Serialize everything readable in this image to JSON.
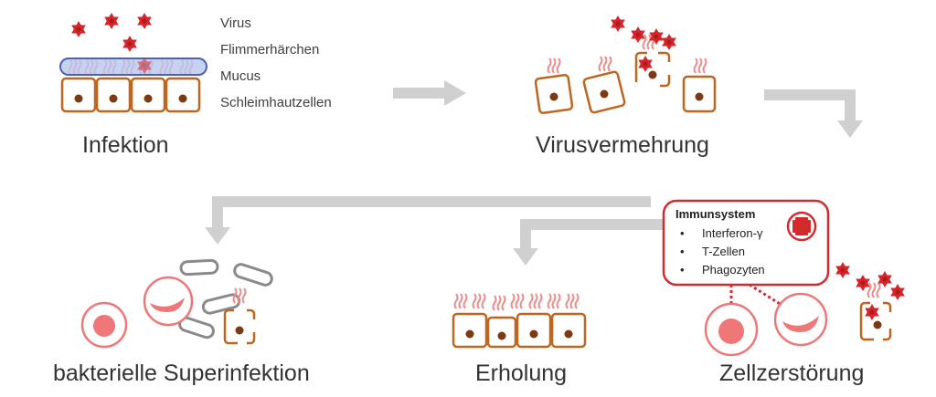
{
  "legend": {
    "virus": "Virus",
    "cilia": "Flimmerhärchen",
    "mucus": "Mucus",
    "cells": "Schleimhautzellen"
  },
  "stages": {
    "infection": "Infektion",
    "replication": "Virusvermehrung",
    "destruction": "Zellzerstörung",
    "recovery": "Erholung",
    "superinfection": "bakterielle Superinfektion"
  },
  "immune": {
    "title": "Immunsystem",
    "items": [
      "Interferon-γ",
      "T-Zellen",
      "Phagozyten"
    ]
  },
  "colors": {
    "cell_border": "#c0651e",
    "nucleus": "#7b3a12",
    "cilia": "#ef8a8a",
    "virus": "#d4262a",
    "mucus_fill": "#b9c6ec",
    "mucus_border": "#4a62b8",
    "arrow": "#d0d0d0",
    "immune_red": "#d42a2e",
    "bacteria": "#8a8a8a",
    "immune_cell": "#f07777"
  }
}
